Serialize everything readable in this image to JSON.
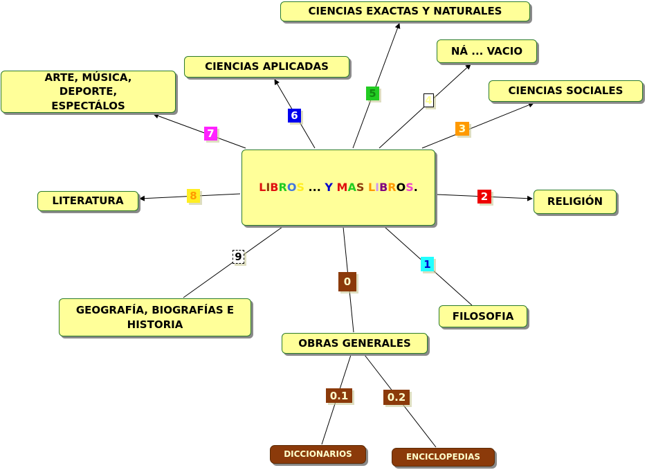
{
  "center": {
    "letters": [
      {
        "t": "L",
        "c": "#e01010"
      },
      {
        "t": "I",
        "c": "#8b3a0a"
      },
      {
        "t": "B",
        "c": "#e01010"
      },
      {
        "t": "R",
        "c": "#22cc22"
      },
      {
        "t": "O",
        "c": "#4477dd"
      },
      {
        "t": "S",
        "c": "#ffee22"
      },
      {
        "t": " ... ",
        "c": "#000000"
      },
      {
        "t": "Y",
        "c": "#0000cc"
      },
      {
        "t": " ",
        "c": "#000"
      },
      {
        "t": "M",
        "c": "#e01010"
      },
      {
        "t": "A",
        "c": "#22cc22"
      },
      {
        "t": "S",
        "c": "#8b3a0a"
      },
      {
        "t": " ",
        "c": "#000"
      },
      {
        "t": "L",
        "c": "#ff9900"
      },
      {
        "t": "I",
        "c": "#cc99ee"
      },
      {
        "t": "B",
        "c": "#800080"
      },
      {
        "t": "R",
        "c": "#ff9900"
      },
      {
        "t": "O",
        "c": "#000000"
      },
      {
        "t": "S",
        "c": "#ee44cc"
      },
      {
        "t": ".",
        "c": "#000000"
      }
    ]
  },
  "nodes": {
    "exactas": "CIENCIAS EXACTAS Y NATURALES",
    "vacio": "NÁ ... VACIO",
    "aplicadas": "CIENCIAS APLICADAS",
    "sociales": "CIENCIAS SOCIALES",
    "arte": "ARTE, MÚSICA, DEPORTE, ESPECTÁLOS",
    "literatura": "LITERATURA",
    "religion": "RELIGIÓN",
    "geografia": "GEOGRAFÍA, BIOGRAFÍAS E HISTORIA",
    "filosofia": "FILOSOFIA",
    "obras": "OBRAS GENERALES",
    "diccionarios": "DICCIONARIOS",
    "enciclopedias": "ENCICLOPEDIAS"
  },
  "labels": {
    "l7": {
      "text": "7",
      "color": "#ff22ff"
    },
    "l6": {
      "text": "6",
      "color": "#0000ee"
    },
    "l5": {
      "text": "5",
      "color": "#22cc22"
    },
    "l4": {
      "text": "4",
      "color": "#ffffff"
    },
    "l3": {
      "text": "3",
      "color": "#ff9900"
    },
    "l8": {
      "text": "8",
      "color": "#ffee22"
    },
    "l2": {
      "text": "2",
      "color": "#ee0000"
    },
    "l9": {
      "text": "9",
      "color": "#ffffff"
    },
    "l1": {
      "text": "1",
      "color": "#22ffff"
    },
    "l0": {
      "text": "0",
      "color": "#8b3a0a"
    },
    "l01": {
      "text": "0.1",
      "color": "#8b3a0a"
    },
    "l02": {
      "text": "0.2",
      "color": "#8b3a0a"
    }
  }
}
